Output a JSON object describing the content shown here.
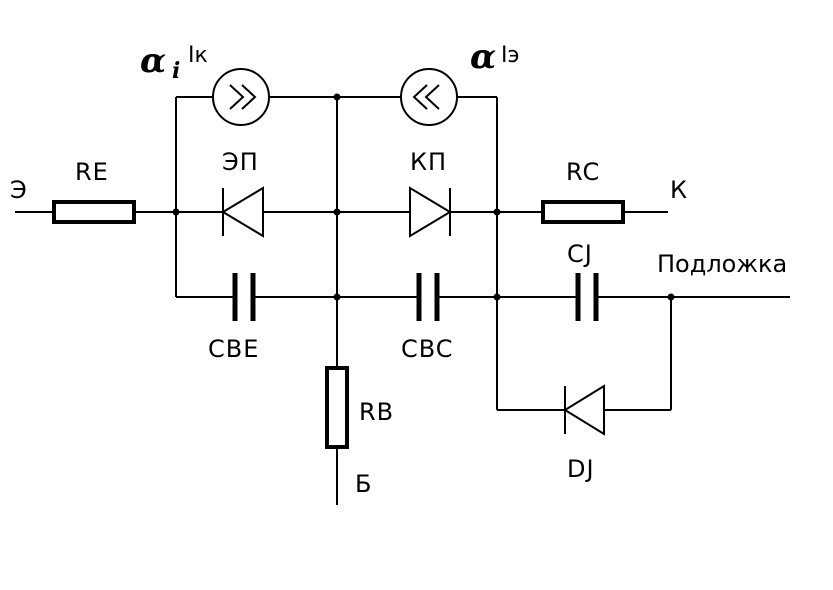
{
  "terminals": {
    "emitter": "Э",
    "collector": "К",
    "base": "Б",
    "substrate": "Подложка"
  },
  "components": {
    "re": "RE",
    "rc": "RC",
    "rb": "RB",
    "ep": "ЭП",
    "kp": "КП",
    "cbe": "CBE",
    "cbc": "CBC",
    "cj": "CJ",
    "dj": "DJ"
  },
  "sources": {
    "left": {
      "alpha": "α",
      "alpha_sub": "i",
      "current": "Iк"
    },
    "right": {
      "alpha": "α",
      "current": "Iэ"
    }
  }
}
